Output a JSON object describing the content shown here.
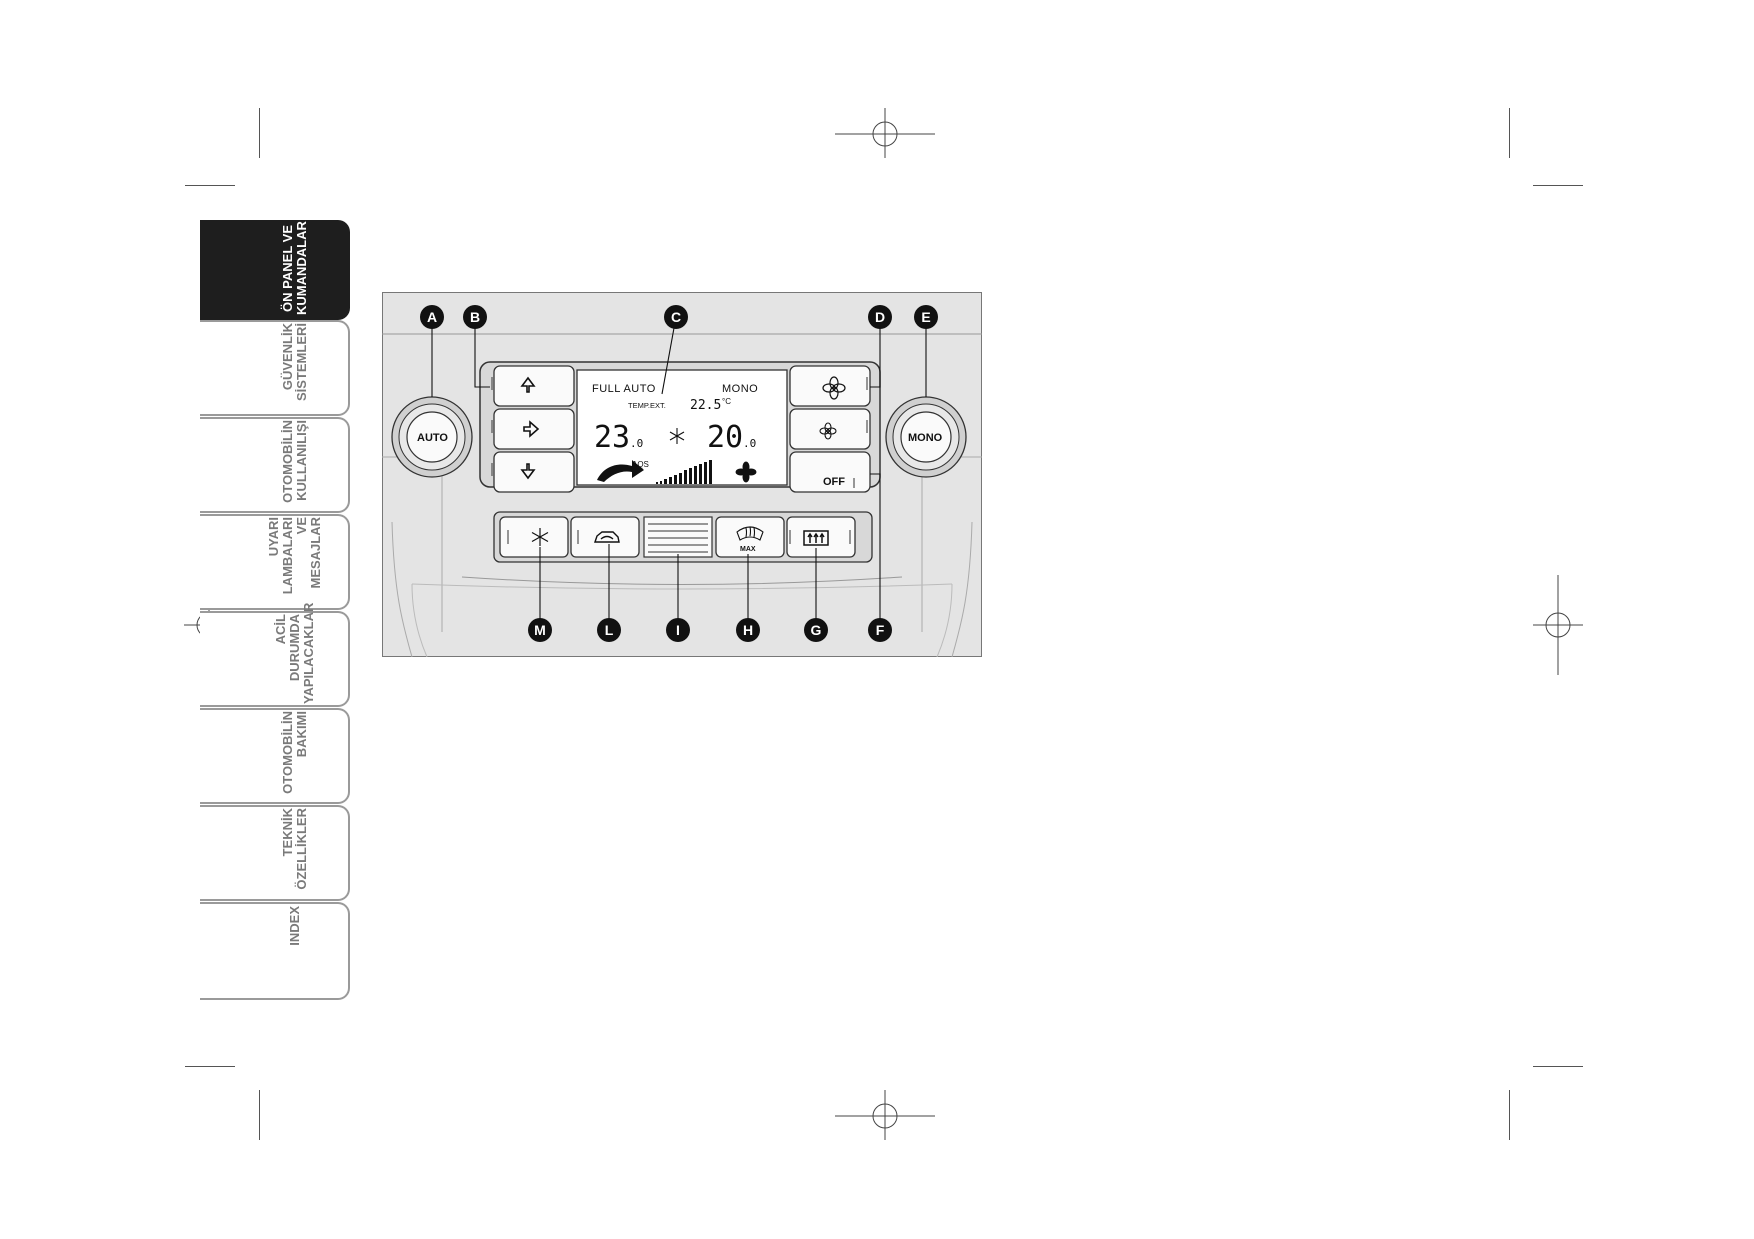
{
  "sidebar": {
    "tabs": [
      {
        "label": "ÖN PANEL VE\nKUMANDALAR",
        "active": true
      },
      {
        "label": "GÜVENLİK\nSİSTEMLERİ",
        "active": false
      },
      {
        "label": "OTOMOBİLİN\nKULLANILIŞI",
        "active": false
      },
      {
        "label": "UYARI\nLAMBALARI VE\nMESAJLAR",
        "active": false
      },
      {
        "label": "ACİL DURUMDA\nYAPILACAKLAR",
        "active": false
      },
      {
        "label": "OTOMOBİLİN\nBAKIMI",
        "active": false
      },
      {
        "label": "TEKNİK\nÖZELLİKLER",
        "active": false
      },
      {
        "label": "INDEX",
        "active": false
      }
    ]
  },
  "panel": {
    "callouts_top": [
      "A",
      "B",
      "C",
      "D",
      "E"
    ],
    "callouts_bottom": [
      "M",
      "L",
      "I",
      "H",
      "G",
      "F"
    ],
    "knob_left_label": "AUTO",
    "knob_right_label": "MONO",
    "off_button_label": "OFF",
    "display": {
      "mode_text": "FULL AUTO",
      "mono_text": "MONO",
      "temp_ext_label": "TEMP.EXT.",
      "temp_ext_value": "22.5",
      "temp_unit": "°C",
      "temp_left_main": "23",
      "temp_left_decimal": ".0",
      "temp_right_main": "20",
      "temp_right_decimal": ".0",
      "aqs_label": "AQS"
    },
    "max_label": "MAX"
  },
  "colors": {
    "active_tab": "#1e1e1e",
    "tab_text": "#7a7a7a",
    "panel_bg": "#e4e4e4",
    "callout": "#111111"
  }
}
